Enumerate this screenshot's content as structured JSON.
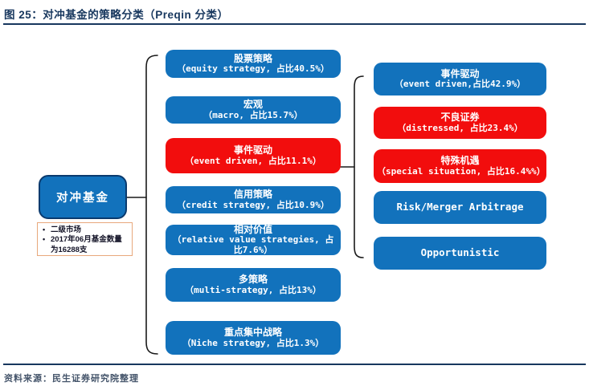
{
  "title": "图 25：对冲基金的策略分类（Preqin 分类）",
  "footer": {
    "source": "资料来源：民生证券研究院整理"
  },
  "colors": {
    "box_blue": "#1272BC",
    "box_red": "#F20D0D",
    "accent_navy": "#17375E",
    "note_border": "#E8A87C",
    "connector_black": "#1A1A1A"
  },
  "root": {
    "label": "对冲基金",
    "notes": [
      "二级市场",
      "2017年06月基金数量为16288支"
    ]
  },
  "level1": [
    {
      "zh": "股票策略",
      "en": "（equity strategy, 占比40.5%）",
      "variant": "blue"
    },
    {
      "zh": "宏观",
      "en": "（macro, 占比15.7%）",
      "variant": "blue"
    },
    {
      "zh": "事件驱动",
      "en": "（event driven, 占比11.1%）",
      "variant": "red"
    },
    {
      "zh": "信用策略",
      "en": "（credit strategy, 占比10.9%）",
      "variant": "blue"
    },
    {
      "zh": "相对价值",
      "en": "（relative value strategies, 占比7.6%）",
      "variant": "blue"
    },
    {
      "zh": "多策略",
      "en": "（multi-strategy, 占比13%）",
      "variant": "blue"
    },
    {
      "zh": "重点集中战略",
      "en": "（Niche strategy, 占比1.3%）",
      "variant": "blue"
    }
  ],
  "level2": [
    {
      "zh": "事件驱动",
      "en": "（event driven,占比42.9%）",
      "variant": "blue"
    },
    {
      "zh": "不良证券",
      "en": "（distressed, 占比23.4%）",
      "variant": "red"
    },
    {
      "zh": "特殊机遇",
      "en": "（special situation, 占比16.4%%）",
      "variant": "red"
    },
    {
      "single": "Risk/Merger Arbitrage",
      "variant": "blue"
    },
    {
      "single": "Opportunistic",
      "variant": "blue"
    }
  ]
}
